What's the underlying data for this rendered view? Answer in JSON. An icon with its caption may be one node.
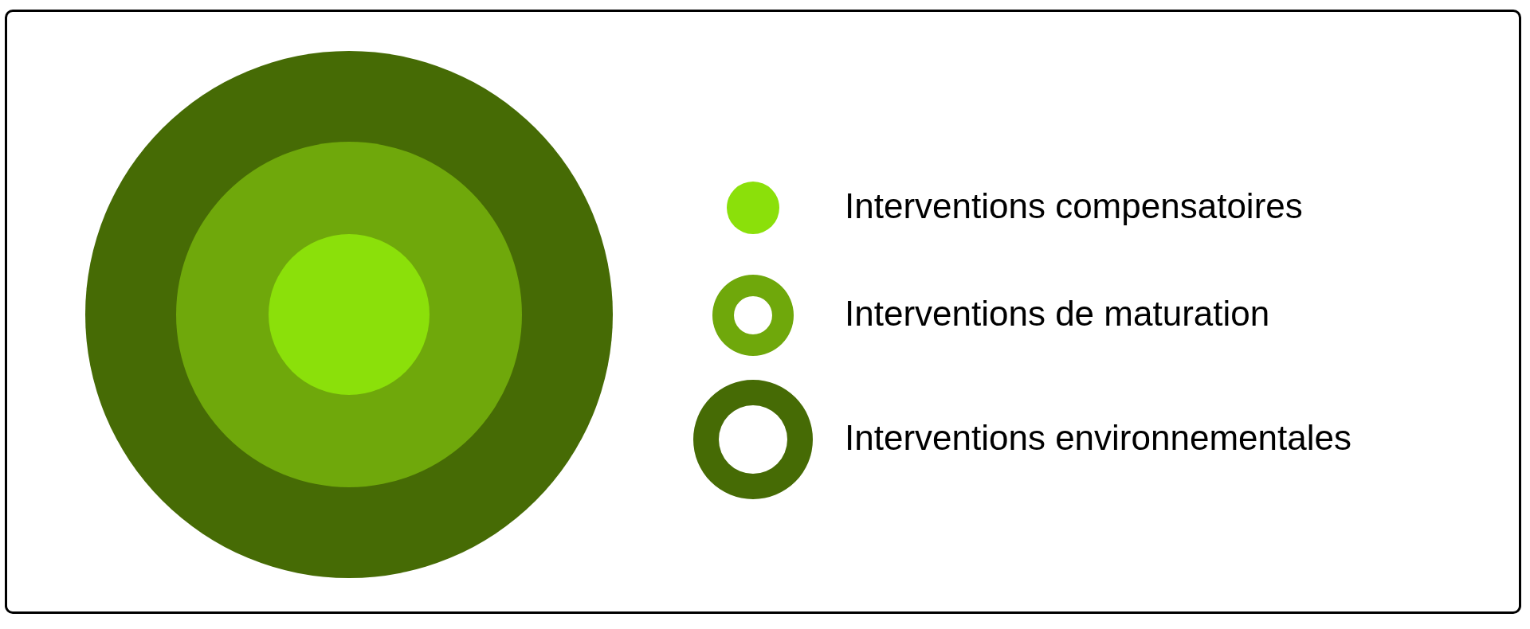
{
  "diagram": {
    "nodes": [
      {
        "text": [],
        "shape": "circle"
      },
      {
        "text": [],
        "shape": "circle",
        "in": 0
      },
      {
        "text": [],
        "shape": "circle",
        "in": 1
      }
    ],
    "legend": [
      {
        "text": "Interventions compensatoires",
        "color": "#8be00a"
      },
      {
        "text": "Interventions de maturation",
        "color": "#6fa80b"
      },
      {
        "text": "Interventions environnementales",
        "color": "#466b05"
      }
    ]
  }
}
